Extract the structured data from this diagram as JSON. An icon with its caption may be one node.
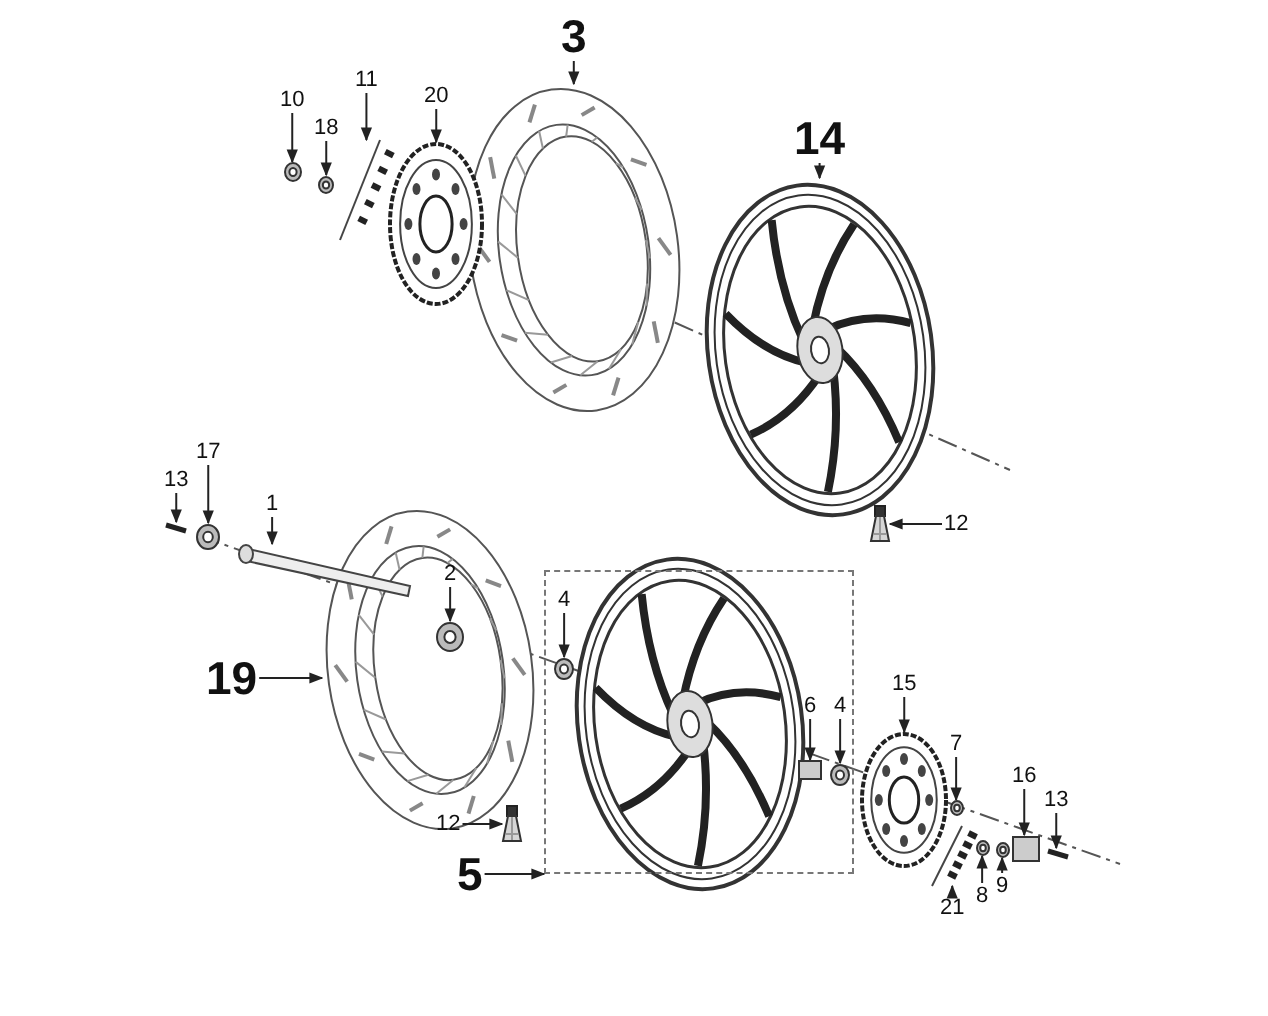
{
  "diagram": {
    "nodes": [
      {
        "text": [
          "10"
        ]
      },
      {
        "text": [
          "18"
        ]
      },
      {
        "text": [
          "11"
        ]
      },
      {
        "text": [
          "20"
        ]
      },
      {
        "text": [
          "3"
        ]
      },
      {
        "text": [
          "14"
        ]
      },
      {
        "text": [
          "17"
        ]
      },
      {
        "text": [
          "13"
        ]
      },
      {
        "text": [
          "1"
        ]
      },
      {
        "text": [
          "2"
        ],
        "in": 34
      },
      {
        "text": [],
        "shape": "box"
      },
      {
        "text": [
          "4"
        ],
        "in": 10
      },
      {
        "text": [
          "6"
        ],
        "in": 10
      },
      {
        "text": [
          "4"
        ],
        "in": 10
      },
      {
        "text": [
          "19"
        ]
      },
      {
        "text": [
          "12"
        ],
        "in": 34
      },
      {
        "text": [
          "12"
        ]
      },
      {
        "text": [
          "5"
        ]
      },
      {
        "text": [
          "15"
        ]
      },
      {
        "text": [
          "7"
        ]
      },
      {
        "text": [
          "16"
        ]
      },
      {
        "text": [
          "13"
        ]
      },
      {
        "text": [
          "21"
        ]
      },
      {
        "text": [
          "8"
        ]
      },
      {
        "text": [
          "9"
        ]
      },
      {
        "text": [],
        "shape": "circle"
      },
      {
        "text": [],
        "shape": "circle"
      },
      {
        "text": [],
        "shape": "picture"
      },
      {
        "text": [],
        "shape": "picture"
      },
      {
        "text": [],
        "shape": "picture"
      },
      {
        "text": [],
        "shape": "picture"
      },
      {
        "text": [],
        "shape": "picture"
      },
      {
        "text": [],
        "shape": "circle"
      },
      {
        "text": [],
        "shape": "picture"
      },
      {
        "text": [],
        "shape": "picture"
      },
      {
        "text": [],
        "shape": "circle",
        "in": 34
      },
      {
        "text": [],
        "shape": "circle",
        "in": 10
      },
      {
        "text": [],
        "shape": "picture"
      },
      {
        "text": [],
        "shape": "picture"
      },
      {
        "text": [],
        "shape": "box",
        "in": 10
      },
      {
        "text": [],
        "shape": "circle",
        "in": 10
      },
      {
        "text": [],
        "shape": "picture"
      },
      {
        "text": [],
        "shape": "circle"
      },
      {
        "text": [],
        "shape": "picture"
      },
      {
        "text": [],
        "shape": "circle"
      },
      {
        "text": [],
        "shape": "circle"
      },
      {
        "text": [],
        "shape": "box"
      },
      {
        "text": [],
        "shape": "picture"
      }
    ],
    "edges": [
      {
        "from": 0,
        "to": 25,
        "arrow": "to"
      },
      {
        "from": 1,
        "to": 26,
        "arrow": "to"
      },
      {
        "from": 2,
        "to": 27,
        "arrow": "to"
      },
      {
        "from": 3,
        "to": 28,
        "arrow": "to"
      },
      {
        "from": 4,
        "to": 29,
        "arrow": "to"
      },
      {
        "from": 5,
        "to": 30,
        "arrow": "to"
      },
      {
        "from": 6,
        "to": 32,
        "arrow": "to"
      },
      {
        "from": 7,
        "to": 31,
        "arrow": "to"
      },
      {
        "from": 8,
        "to": 33,
        "arrow": "to"
      },
      {
        "from": 9,
        "to": 35,
        "arrow": "to"
      },
      {
        "from": 11,
        "to": 36,
        "arrow": "to"
      },
      {
        "from": 12,
        "to": 39,
        "arrow": "to"
      },
      {
        "from": 13,
        "to": 40,
        "arrow": "to"
      },
      {
        "from": 14,
        "to": 34,
        "arrow": "to"
      },
      {
        "from": 15,
        "to": 37,
        "arrow": "to"
      },
      {
        "from": 16,
        "to": 38,
        "arrow": "to"
      },
      {
        "from": 17,
        "to": 10,
        "arrow": "to"
      },
      {
        "from": 18,
        "to": 41,
        "arrow": "to"
      },
      {
        "from": 19,
        "to": 42,
        "arrow": "to"
      },
      {
        "from": 20,
        "to": 46,
        "arrow": "to"
      },
      {
        "from": 21,
        "to": 47,
        "arrow": "to"
      },
      {
        "from": 22,
        "to": 43,
        "arrow": "to"
      },
      {
        "from": 23,
        "to": 44,
        "arrow": "to"
      },
      {
        "from": 24,
        "to": 45,
        "arrow": "to"
      }
    ]
  }
}
